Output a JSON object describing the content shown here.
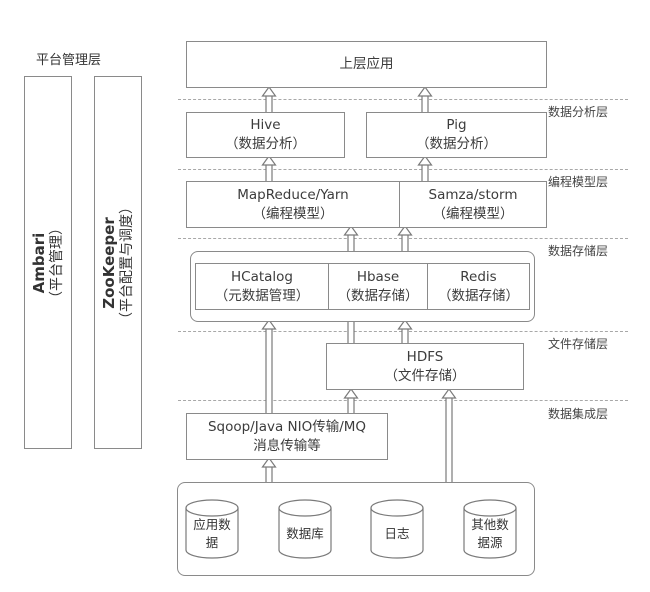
{
  "platform_layer_title": "平台管理层",
  "side_tools": [
    {
      "name": "Ambari",
      "desc": "（平台管理）"
    },
    {
      "name": "ZooKeeper",
      "desc": "（平台配置与调度）"
    }
  ],
  "top_app": "上层应用",
  "layers": [
    {
      "label": "数据分析层"
    },
    {
      "label": "编程模型层"
    },
    {
      "label": "数据存储层"
    },
    {
      "label": "文件存储层"
    },
    {
      "label": "数据集成层"
    }
  ],
  "analysis": [
    {
      "name": "Hive",
      "desc": "（数据分析）"
    },
    {
      "name": "Pig",
      "desc": "（数据分析）"
    }
  ],
  "programming": [
    {
      "name": "MapReduce/Yarn",
      "desc": "（编程模型）"
    },
    {
      "name": "Samza/storm",
      "desc": "（编程模型）"
    }
  ],
  "storage": [
    {
      "name": "HCatalog",
      "desc": "（元数据管理）"
    },
    {
      "name": "Hbase",
      "desc": "（数据存储）"
    },
    {
      "name": "Redis",
      "desc": "（数据存储）"
    }
  ],
  "file_storage": {
    "name": "HDFS",
    "desc": "（文件存储）"
  },
  "integration": {
    "line1": "Sqoop/Java NIO传输/MQ",
    "line2": "消息传输等"
  },
  "sources": [
    {
      "line1": "应用数",
      "line2": "据"
    },
    {
      "line1": "数据库",
      "line2": ""
    },
    {
      "line1": "日志",
      "line2": ""
    },
    {
      "line1": "其他数",
      "line2": "据源"
    }
  ]
}
